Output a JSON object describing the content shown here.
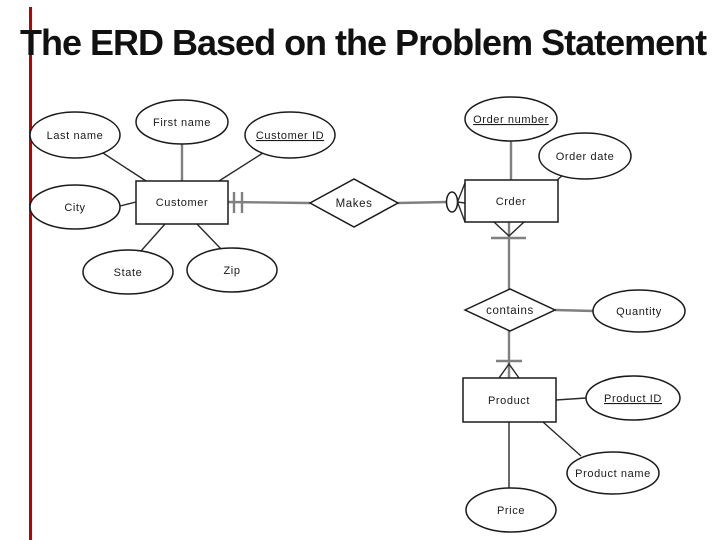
{
  "slide": {
    "title": "The ERD Based on the Problem Statement",
    "accent_bar_color": "#c00000",
    "background_color": "#ffffff"
  },
  "erd": {
    "entities": [
      {
        "label": "Customer"
      },
      {
        "label": "Crder"
      },
      {
        "label": "Product"
      }
    ],
    "relationships": [
      {
        "label": "Makes",
        "between": [
          "Customer",
          "Crder"
        ],
        "customer_side_cardinality": "one-and-only-one",
        "order_side_cardinality": "zero-or-many"
      },
      {
        "label": "contains",
        "between": [
          "Crder",
          "Product"
        ],
        "order_side_cardinality": "one-or-many",
        "product_side_cardinality": "one-or-many"
      }
    ],
    "attributes": [
      {
        "label": "Last name",
        "of": "Customer",
        "primary_key": false
      },
      {
        "label": "First name",
        "of": "Customer",
        "primary_key": false
      },
      {
        "label": "Customer ID",
        "of": "Customer",
        "primary_key": true
      },
      {
        "label": "City",
        "of": "Customer",
        "primary_key": false
      },
      {
        "label": "State",
        "of": "Customer",
        "primary_key": false
      },
      {
        "label": "Zip",
        "of": "Customer",
        "primary_key": false
      },
      {
        "label": "Order number",
        "of": "Crder",
        "primary_key": true
      },
      {
        "label": "Order date",
        "of": "Crder",
        "primary_key": false
      },
      {
        "label": "Quantity",
        "of": "contains",
        "primary_key": false
      },
      {
        "label": "Product ID",
        "of": "Product",
        "primary_key": true
      },
      {
        "label": "Product name",
        "of": "Product",
        "primary_key": false
      },
      {
        "label": "Price",
        "of": "Product",
        "primary_key": false
      }
    ]
  }
}
